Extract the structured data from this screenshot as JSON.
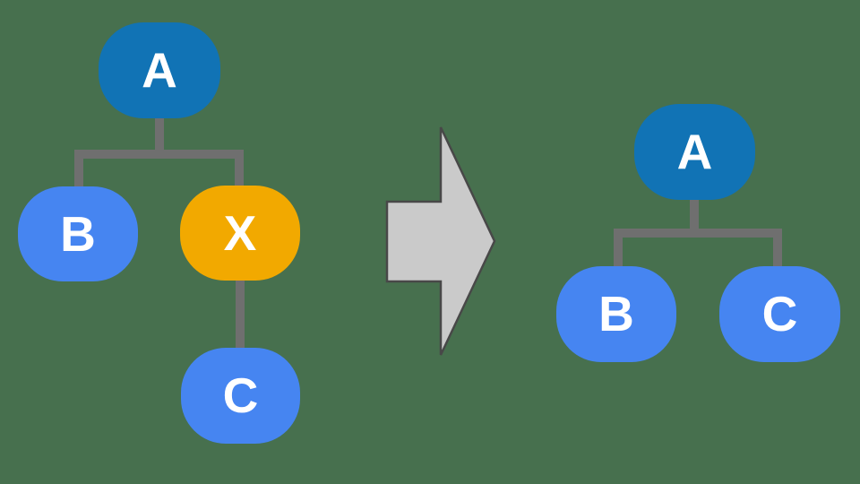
{
  "colors": {
    "background": "#47704E",
    "root_node": "#1173B5",
    "child_node": "#4685F1",
    "highlight_node": "#F2A900",
    "connector": "#6F6F6F",
    "arrow_fill": "#CACACA",
    "arrow_outline": "#484848",
    "node_label": "#FFFFFF"
  },
  "before_tree": {
    "root": "A",
    "left_child": "B",
    "right_child": "X",
    "grandchild": "C"
  },
  "after_tree": {
    "root": "A",
    "left_child": "B",
    "right_child": "C"
  },
  "diagram": {
    "structure_before": "A -> (B, X); X -> (C)",
    "structure_after": "A -> (B, C)"
  }
}
